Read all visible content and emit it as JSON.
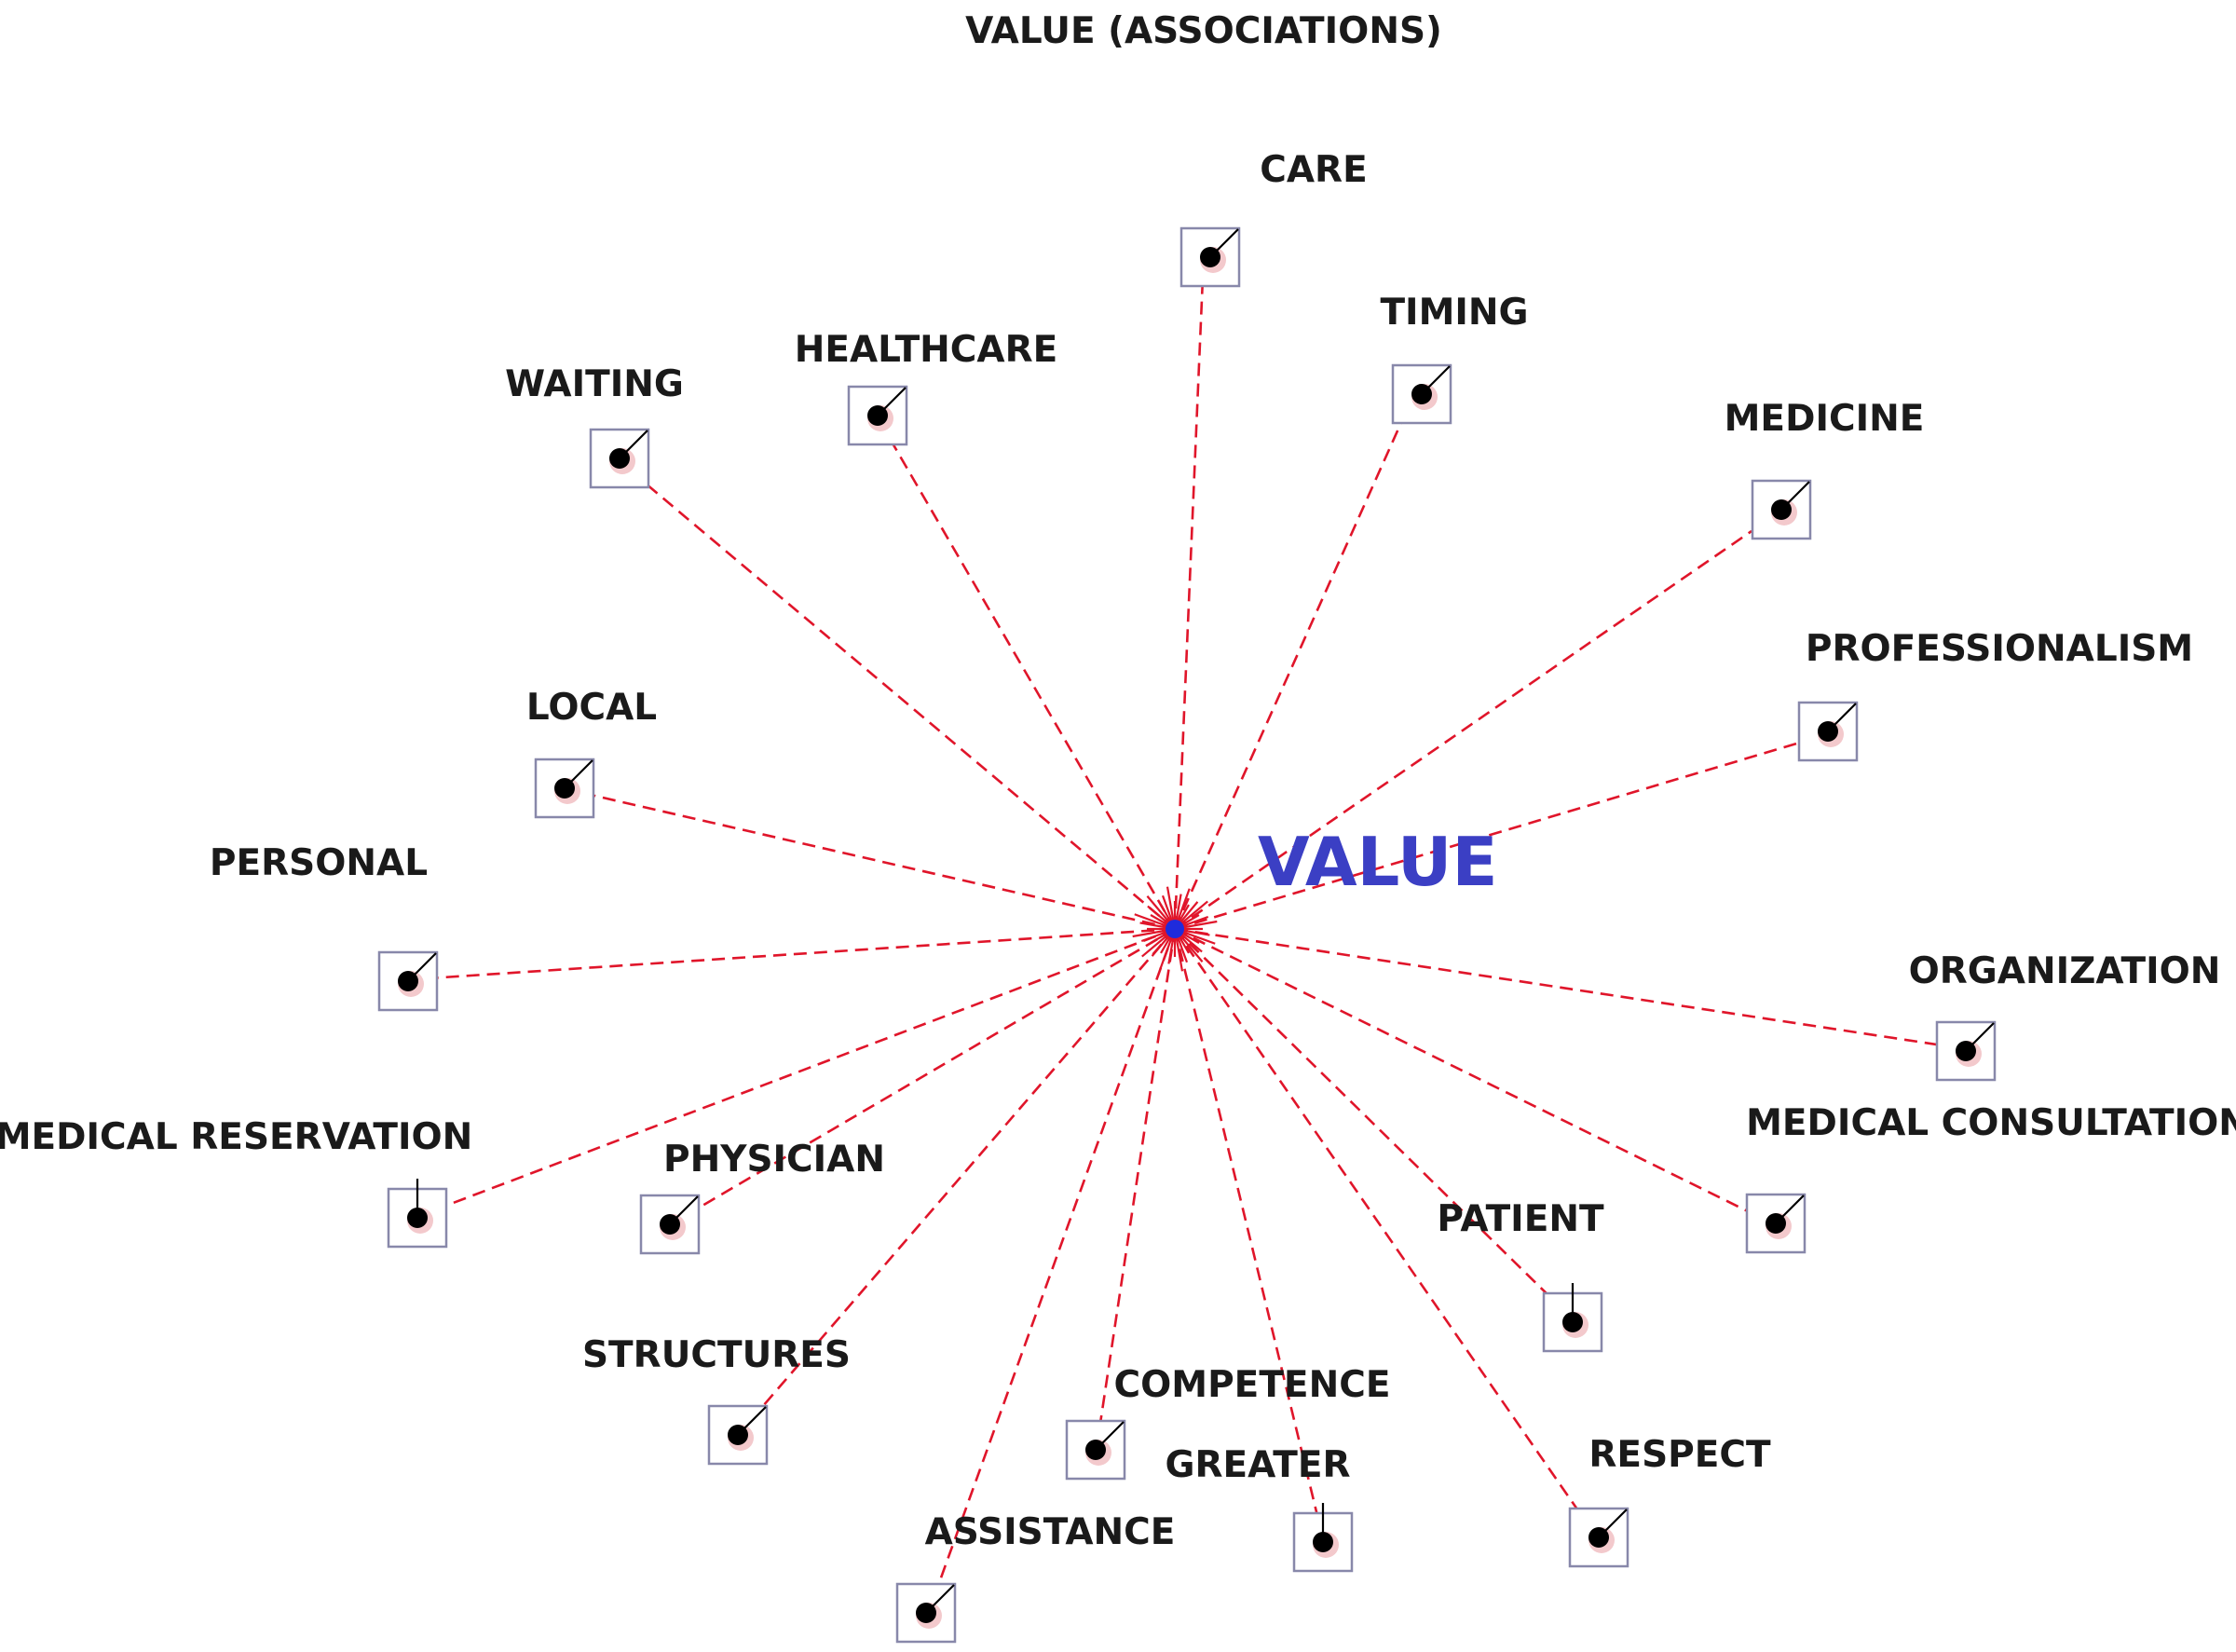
{
  "title": "VALUE (ASSOCIATIONS)",
  "hub": {
    "label": "VALUE",
    "color": "#3b3fc4",
    "dot_color": "#1f2bdc"
  },
  "edge_color": "#e0152a",
  "nodes": [
    {
      "id": "care",
      "label": "CARE",
      "tick": "diag"
    },
    {
      "id": "timing",
      "label": "TIMING",
      "tick": "diag"
    },
    {
      "id": "healthcare",
      "label": "HEALTHCARE",
      "tick": "diag"
    },
    {
      "id": "waiting",
      "label": "WAITING",
      "tick": "diag"
    },
    {
      "id": "medicine",
      "label": "MEDICINE",
      "tick": "diag"
    },
    {
      "id": "professionalism",
      "label": "PROFESSIONALISM",
      "tick": "diag"
    },
    {
      "id": "local",
      "label": "LOCAL",
      "tick": "diag"
    },
    {
      "id": "personal",
      "label": "PERSONAL",
      "tick": "diag"
    },
    {
      "id": "organization",
      "label": "ORGANIZATION",
      "tick": "diag"
    },
    {
      "id": "medical-consultation",
      "label": "MEDICAL CONSULTATION",
      "tick": "diag"
    },
    {
      "id": "medical-reservation",
      "label": "MEDICAL RESERVATION",
      "tick": "vert"
    },
    {
      "id": "physician",
      "label": "PHYSICIAN",
      "tick": "diag"
    },
    {
      "id": "patient",
      "label": "PATIENT",
      "tick": "vert"
    },
    {
      "id": "structures",
      "label": "STRUCTURES",
      "tick": "diag"
    },
    {
      "id": "competence",
      "label": "COMPETENCE",
      "tick": "diag"
    },
    {
      "id": "greater",
      "label": "GREATER",
      "tick": "vert"
    },
    {
      "id": "respect",
      "label": "RESPECT",
      "tick": "diag"
    },
    {
      "id": "assistance",
      "label": "ASSISTANCE",
      "tick": "diag"
    }
  ]
}
